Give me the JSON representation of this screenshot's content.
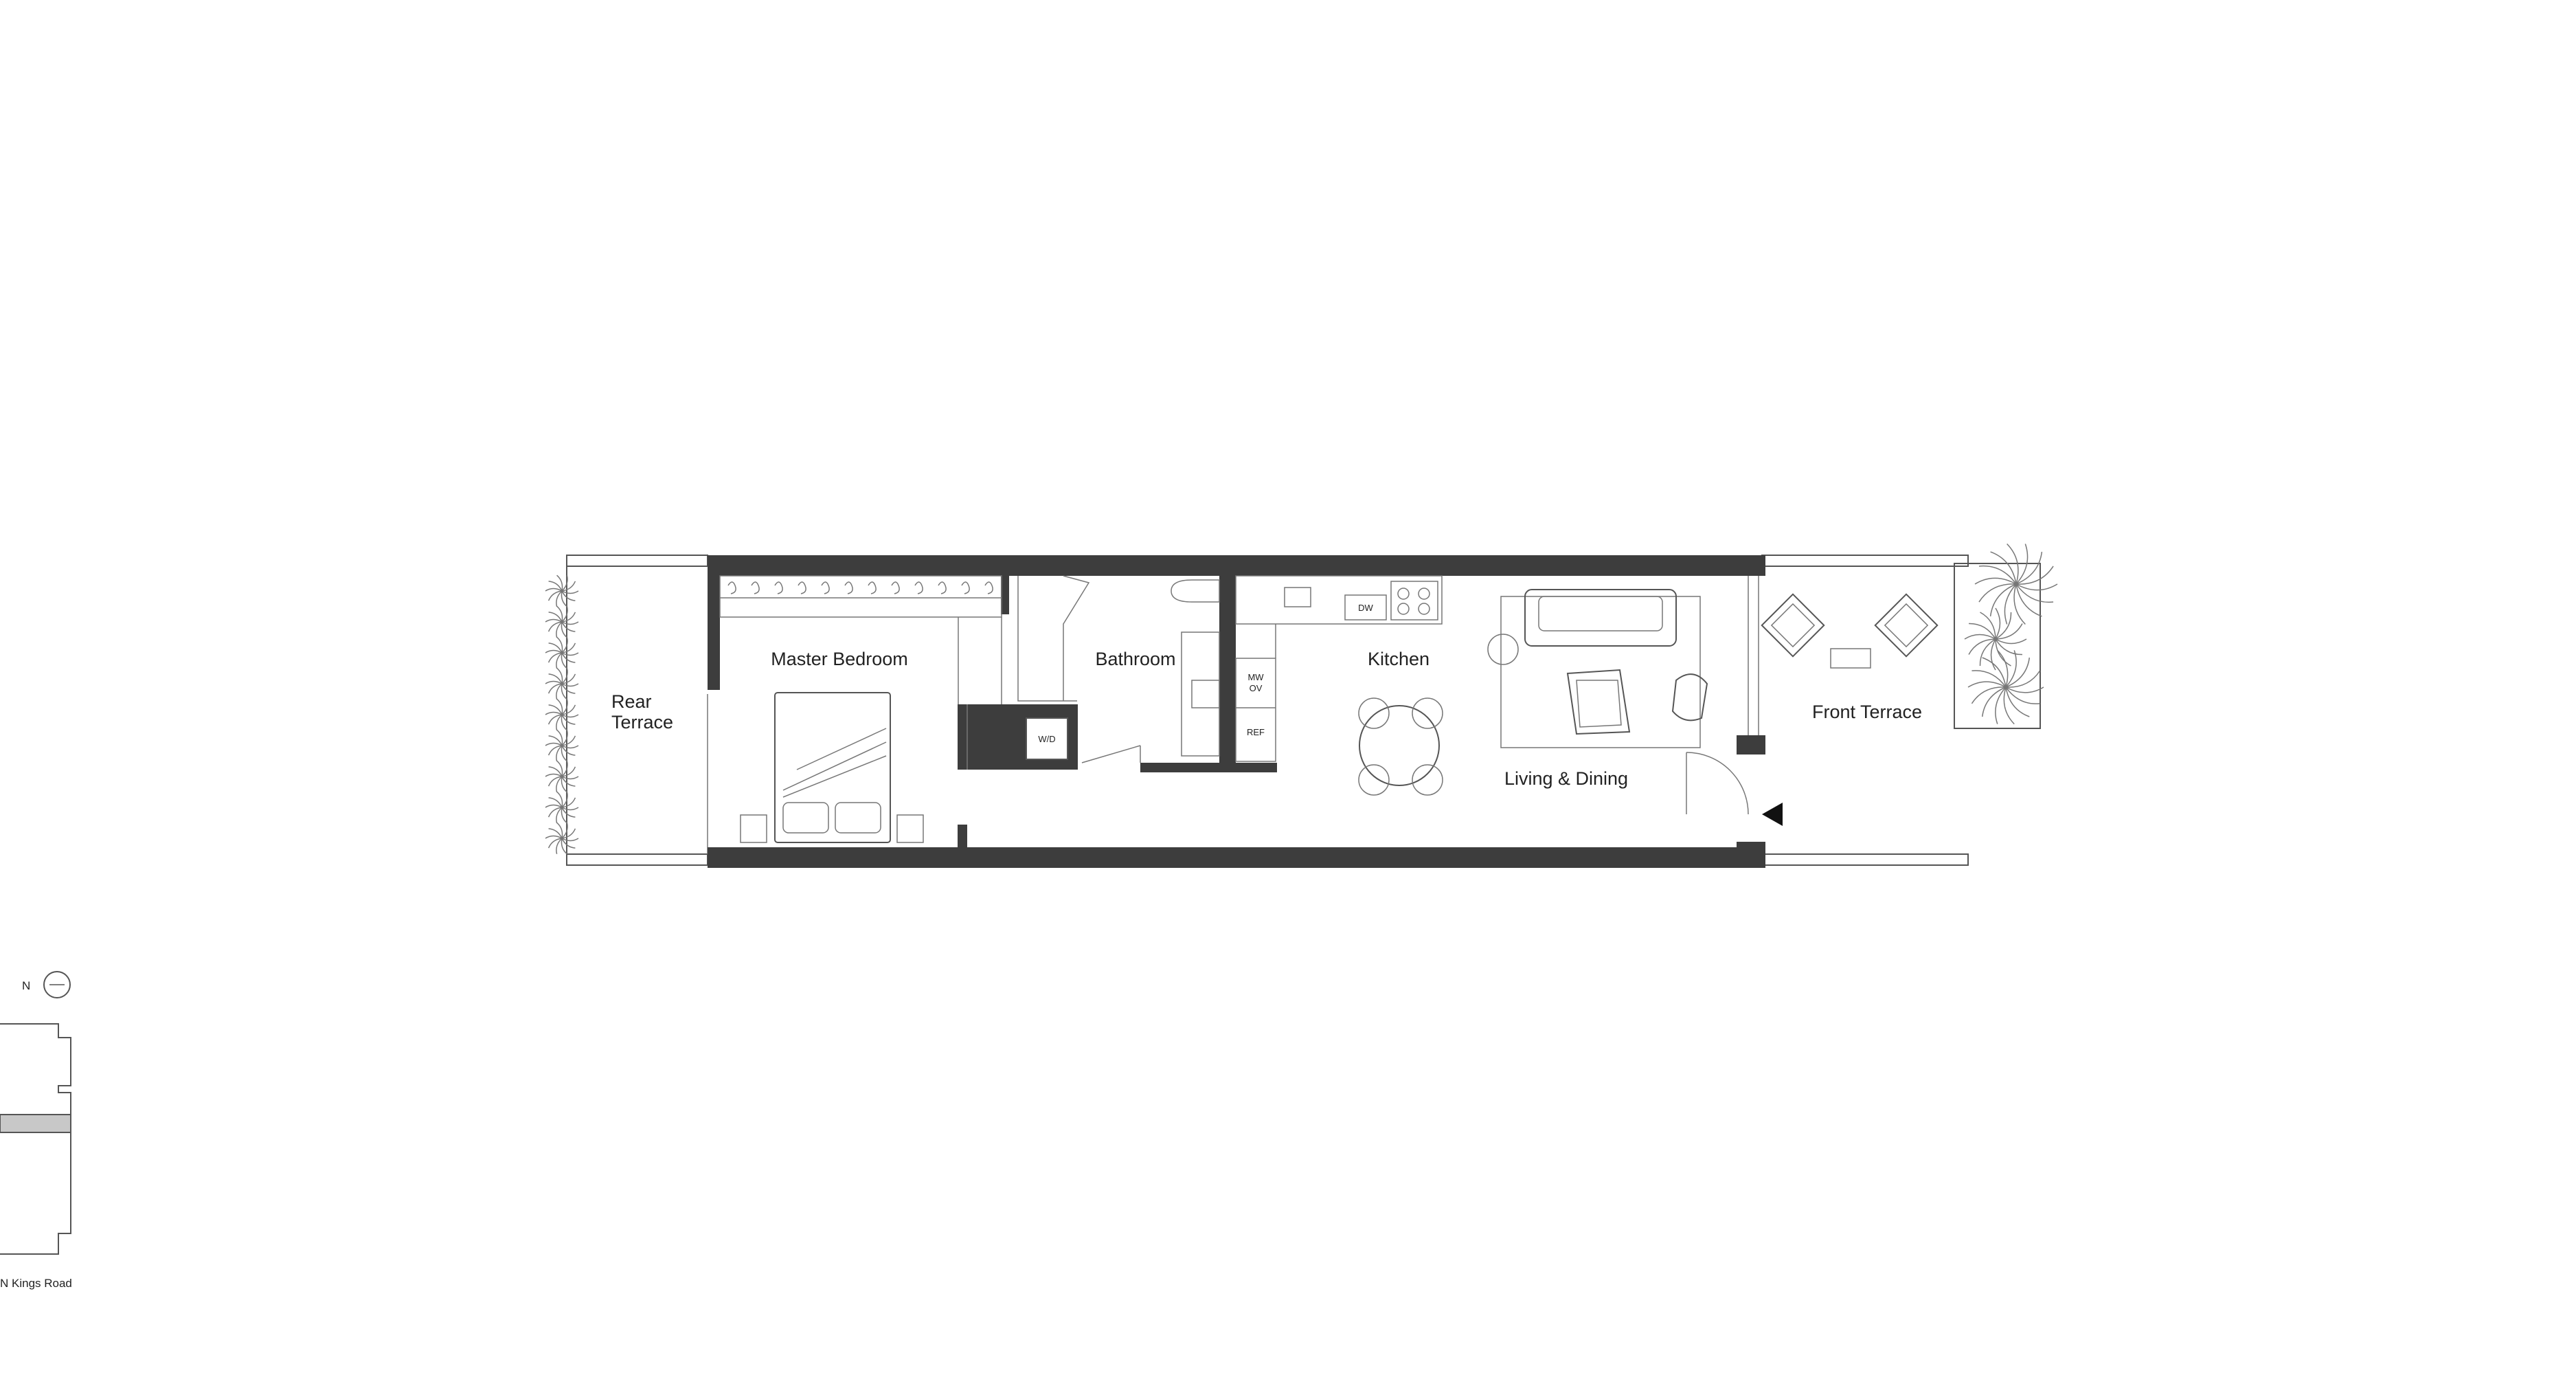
{
  "rooms": {
    "rear_terrace_line1": "Rear",
    "rear_terrace_line2": "Terrace",
    "master_bedroom": "Master Bedroom",
    "bathroom": "Bathroom",
    "kitchen": "Kitchen",
    "living_dining": "Living & Dining",
    "front_terrace": "Front Terrace"
  },
  "appliances": {
    "washer_dryer": "W/D",
    "dishwasher": "DW",
    "microwave": "MW",
    "oven": "OV",
    "refrigerator": "REF"
  },
  "key_plan": {
    "north": "N",
    "street": "N Kings Road"
  },
  "colors": {
    "wall": "#3d3d3d",
    "line": "#555555",
    "highlight_unit": "#c8c8c8"
  },
  "icons": [
    "plant-icon",
    "entry-arrow-icon",
    "north-arrow-icon"
  ]
}
